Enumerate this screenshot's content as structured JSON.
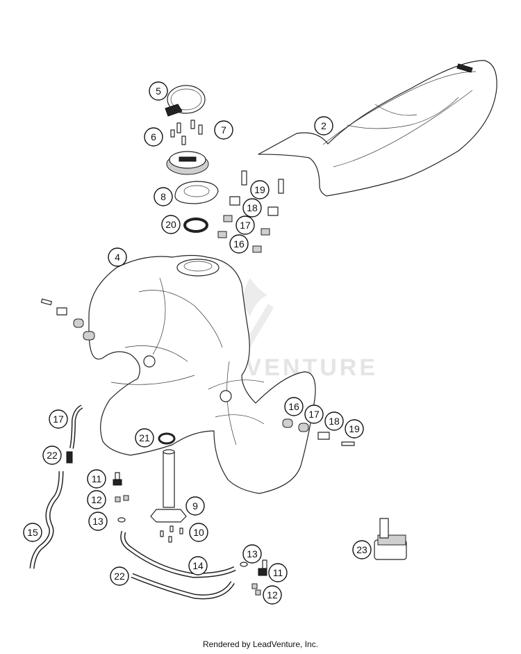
{
  "watermark": {
    "text": "LEADVENTURE"
  },
  "credit": "Rendered by LeadVenture, Inc.",
  "callouts": [
    {
      "id": "c5",
      "label": "5"
    },
    {
      "id": "c6",
      "label": "6"
    },
    {
      "id": "c7",
      "label": "7"
    },
    {
      "id": "c2",
      "label": "2"
    },
    {
      "id": "c19a",
      "label": "19"
    },
    {
      "id": "c8",
      "label": "8"
    },
    {
      "id": "c18a",
      "label": "18"
    },
    {
      "id": "c17a",
      "label": "17"
    },
    {
      "id": "c20",
      "label": "20"
    },
    {
      "id": "c16a",
      "label": "16"
    },
    {
      "id": "c4",
      "label": "4"
    },
    {
      "id": "c16b",
      "label": "16"
    },
    {
      "id": "c17b",
      "label": "17"
    },
    {
      "id": "c18b",
      "label": "18"
    },
    {
      "id": "c19b",
      "label": "19"
    },
    {
      "id": "c17c",
      "label": "17"
    },
    {
      "id": "c21",
      "label": "21"
    },
    {
      "id": "c22a",
      "label": "22"
    },
    {
      "id": "c11a",
      "label": "11"
    },
    {
      "id": "c9",
      "label": "9"
    },
    {
      "id": "c12a",
      "label": "12"
    },
    {
      "id": "c13a",
      "label": "13"
    },
    {
      "id": "c10",
      "label": "10"
    },
    {
      "id": "c15",
      "label": "15"
    },
    {
      "id": "c23",
      "label": "23"
    },
    {
      "id": "c14",
      "label": "14"
    },
    {
      "id": "c13b",
      "label": "13"
    },
    {
      "id": "c22b",
      "label": "22"
    },
    {
      "id": "c11b",
      "label": "11"
    },
    {
      "id": "c12b",
      "label": "12"
    }
  ]
}
